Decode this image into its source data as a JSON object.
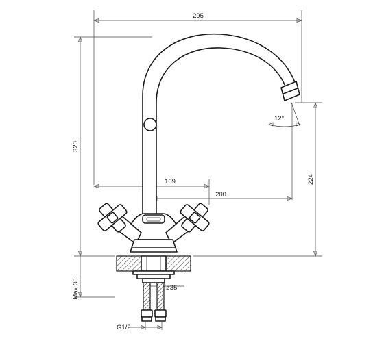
{
  "dimensions": {
    "width_total": "295",
    "height_total": "320",
    "spout_height": "224",
    "reach_a": "169",
    "reach_b": "200",
    "angle": "12°",
    "max_thickness": "Max.35",
    "hole_diameter": "ø35",
    "thread": "G1/2"
  },
  "colors": {
    "line": "#1a1a1a",
    "hatch": "#555555",
    "background": "#ffffff"
  }
}
